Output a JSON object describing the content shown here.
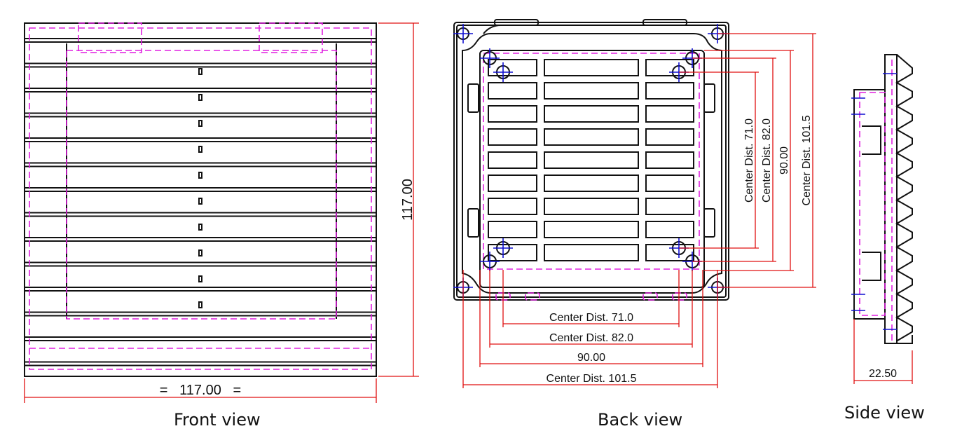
{
  "views": {
    "front": {
      "caption": "Front view",
      "width_label": "=   117.00   =",
      "height_label": "117.00",
      "fin_count": 14
    },
    "back": {
      "caption": "Back view",
      "dims_horizontal": [
        "Center Dist. 71.0",
        "Center Dist. 82.0",
        "90.00",
        "Center Dist. 101.5"
      ],
      "dims_vertical": [
        "Center Dist. 71.0",
        "Center Dist. 82.0",
        "90.00",
        "Center Dist. 101.5"
      ],
      "slot_rows": 9
    },
    "side": {
      "caption": "Side view",
      "depth_label": "22.50",
      "teeth": 12
    }
  },
  "colors": {
    "outline": "#111111",
    "hidden": "#e020e0",
    "dimension": "#e01010",
    "center": "#1010d0"
  }
}
